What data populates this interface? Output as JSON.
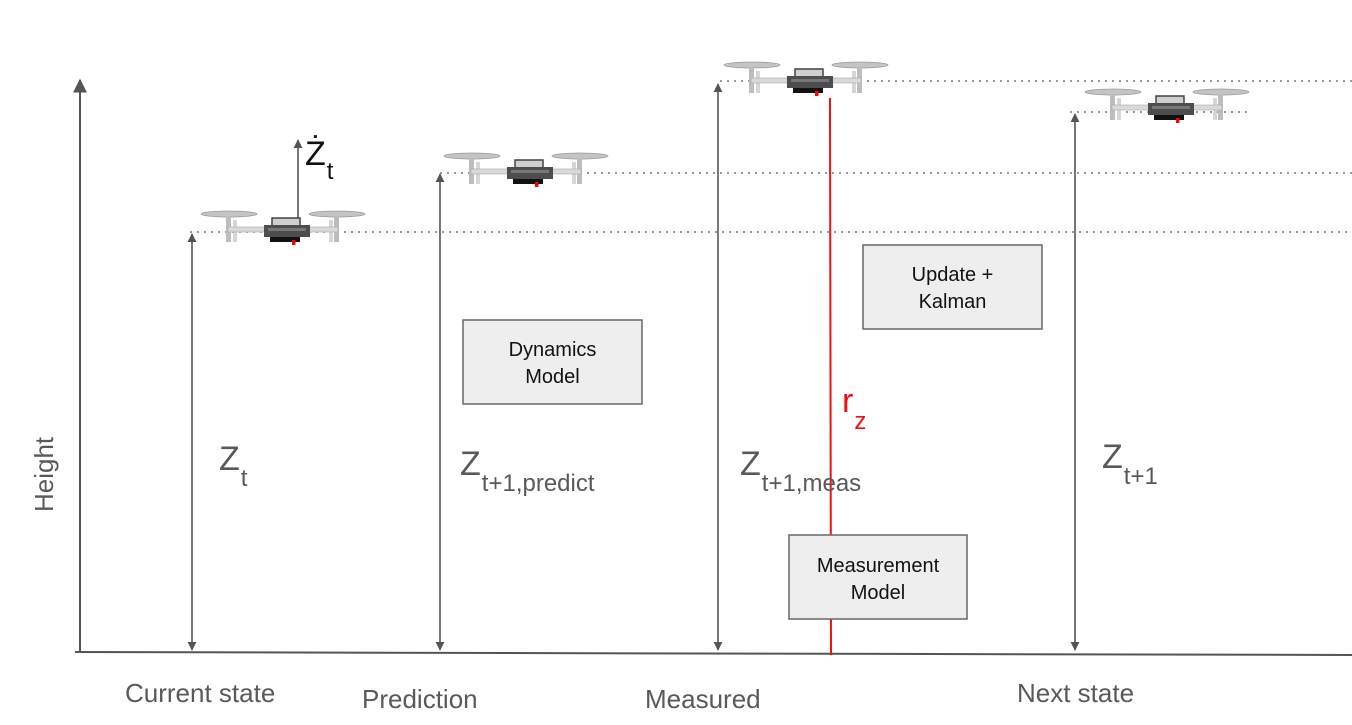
{
  "axis": {
    "ylabel": "Height"
  },
  "stages": [
    {
      "label": "Current state",
      "var_main": "Z",
      "var_sub": "t"
    },
    {
      "label": "Prediction",
      "var_main": "Z",
      "var_sub": "t+1,predict"
    },
    {
      "label": "Measured",
      "var_main": "Z",
      "var_sub": "t+1,meas"
    },
    {
      "label": "Next state",
      "var_main": "Z",
      "var_sub": "t+1"
    }
  ],
  "velocity": {
    "main": "Ż",
    "sub": "t"
  },
  "residual": {
    "main": "r",
    "sub": "z",
    "color": "#ee1111"
  },
  "boxes": {
    "dynamics": {
      "line1": "Dynamics",
      "line2": "Model"
    },
    "update": {
      "line1": "Update +",
      "line2": "Kalman"
    },
    "measurement": {
      "line1": "Measurement",
      "line2": "Model"
    }
  },
  "colors": {
    "axis": "#555555",
    "box_fill": "#eeeeee",
    "box_border": "#666666",
    "dotted": "#777777"
  },
  "icons": {
    "drone": "drone-icon"
  }
}
